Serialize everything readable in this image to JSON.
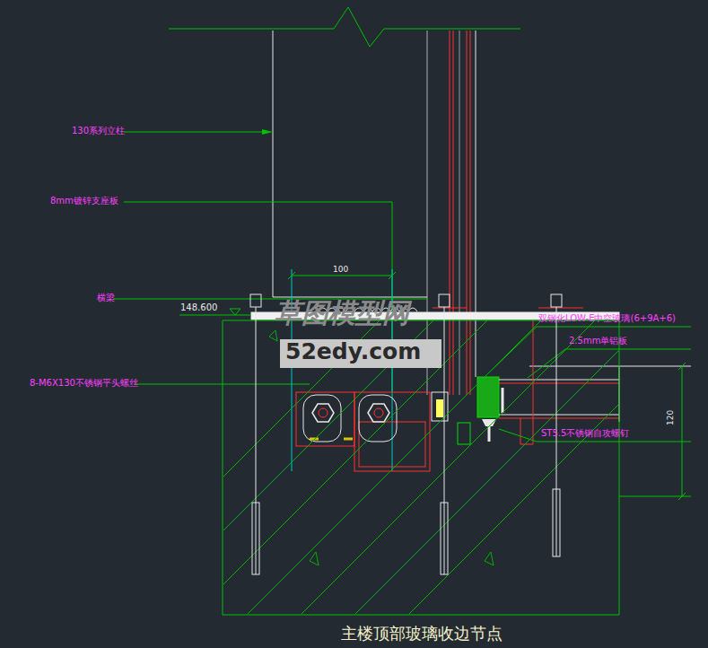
{
  "diagram": {
    "caption": "主楼顶部玻璃收边节点",
    "labels": [
      "130系列立柱",
      "8mm镀锌支座板",
      "横梁",
      "8-M6X130不锈钢平头螺丝",
      "100",
      "草图模型网",
      "52edy.com",
      "双钢化LOW-E中空玻璃(6+9A+6)",
      "2.5mm单铝板",
      "ST5.5不锈钢自攻螺钉",
      "120",
      "148.600"
    ]
  }
}
